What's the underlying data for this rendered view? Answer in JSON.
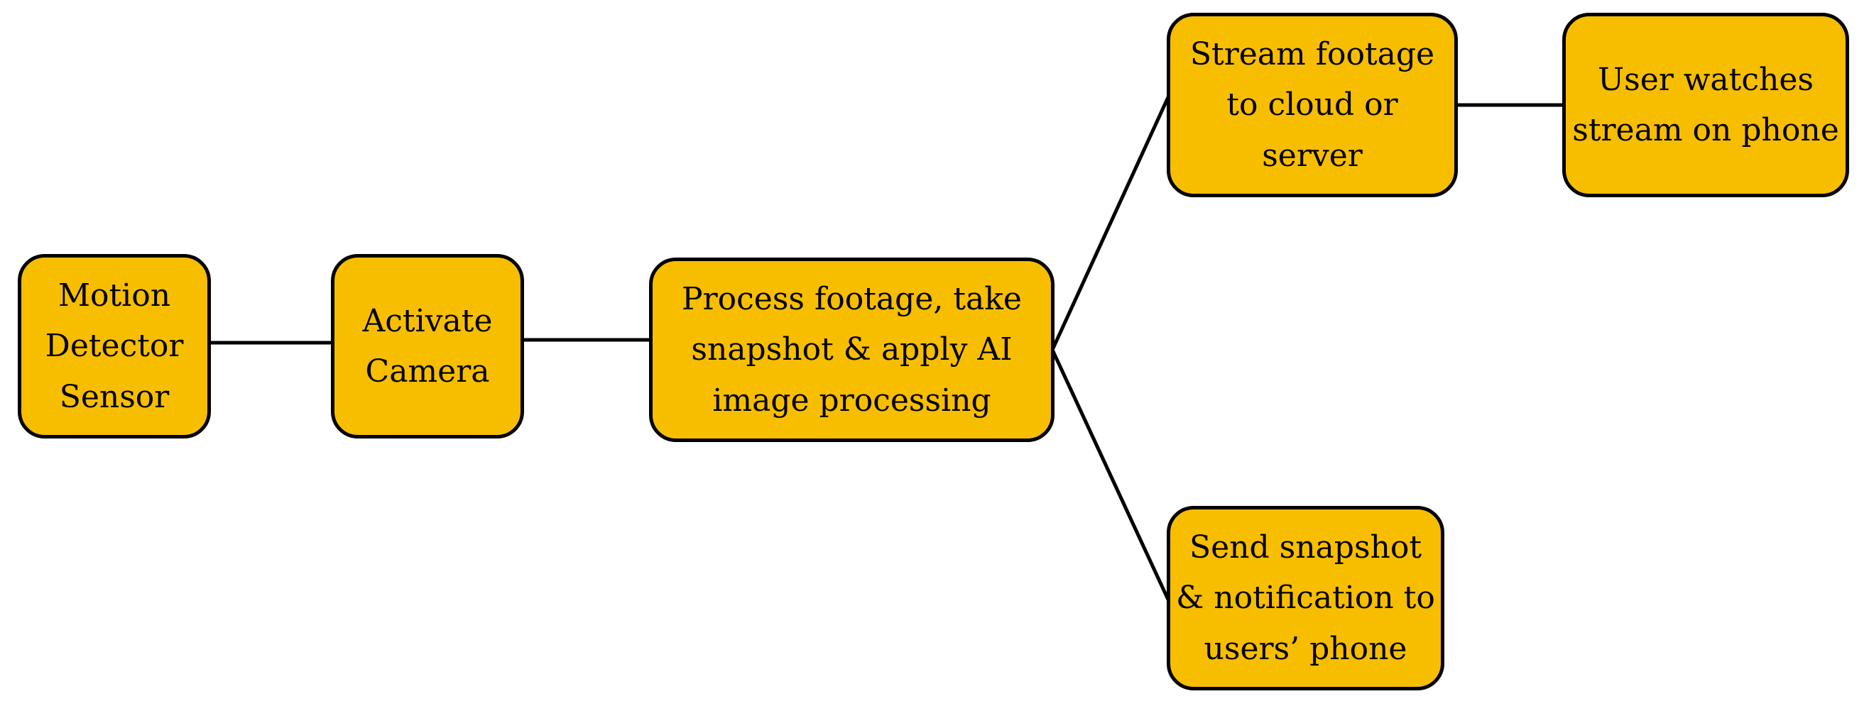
{
  "diagram": {
    "fill_color": "#F7BE00",
    "border_color": "#000000",
    "nodes": {
      "motion_sensor": {
        "label": "Motion Detector Sensor"
      },
      "activate_camera": {
        "label": "Activate Camera"
      },
      "process_footage": {
        "label": "Process footage, take snapshot & apply AI image processing"
      },
      "stream_footage": {
        "label": "Stream footage to cloud or server"
      },
      "user_watches": {
        "label": "User watches stream on phone"
      },
      "send_snapshot": {
        "label": "Send snapshot & notification to users’ phone"
      }
    },
    "edges": [
      {
        "from": "motion_sensor",
        "to": "activate_camera"
      },
      {
        "from": "activate_camera",
        "to": "process_footage"
      },
      {
        "from": "process_footage",
        "to": "stream_footage"
      },
      {
        "from": "stream_footage",
        "to": "user_watches"
      },
      {
        "from": "process_footage",
        "to": "send_snapshot"
      }
    ]
  }
}
